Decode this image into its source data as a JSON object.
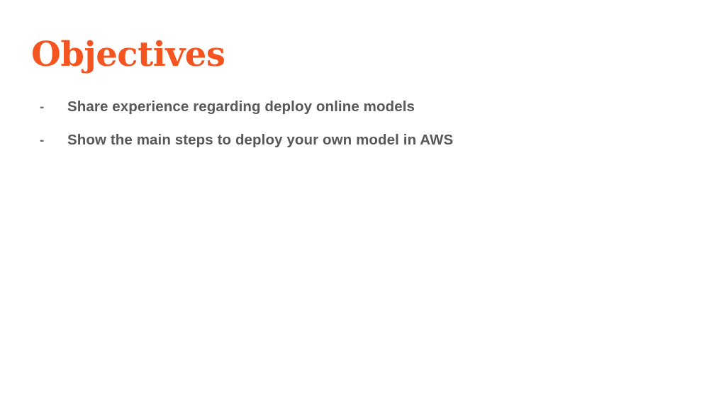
{
  "slide": {
    "background_color": "#FFFFFF",
    "title": "Objectives",
    "title_color": "#F4541F",
    "body_text_color": "#58585A",
    "bullet_marker": "-",
    "bullets": [
      {
        "marker": "-",
        "text": "Share experience regarding deploy online models"
      },
      {
        "marker": "-",
        "text": "Show the main steps to deploy your own model in AWS"
      }
    ]
  }
}
